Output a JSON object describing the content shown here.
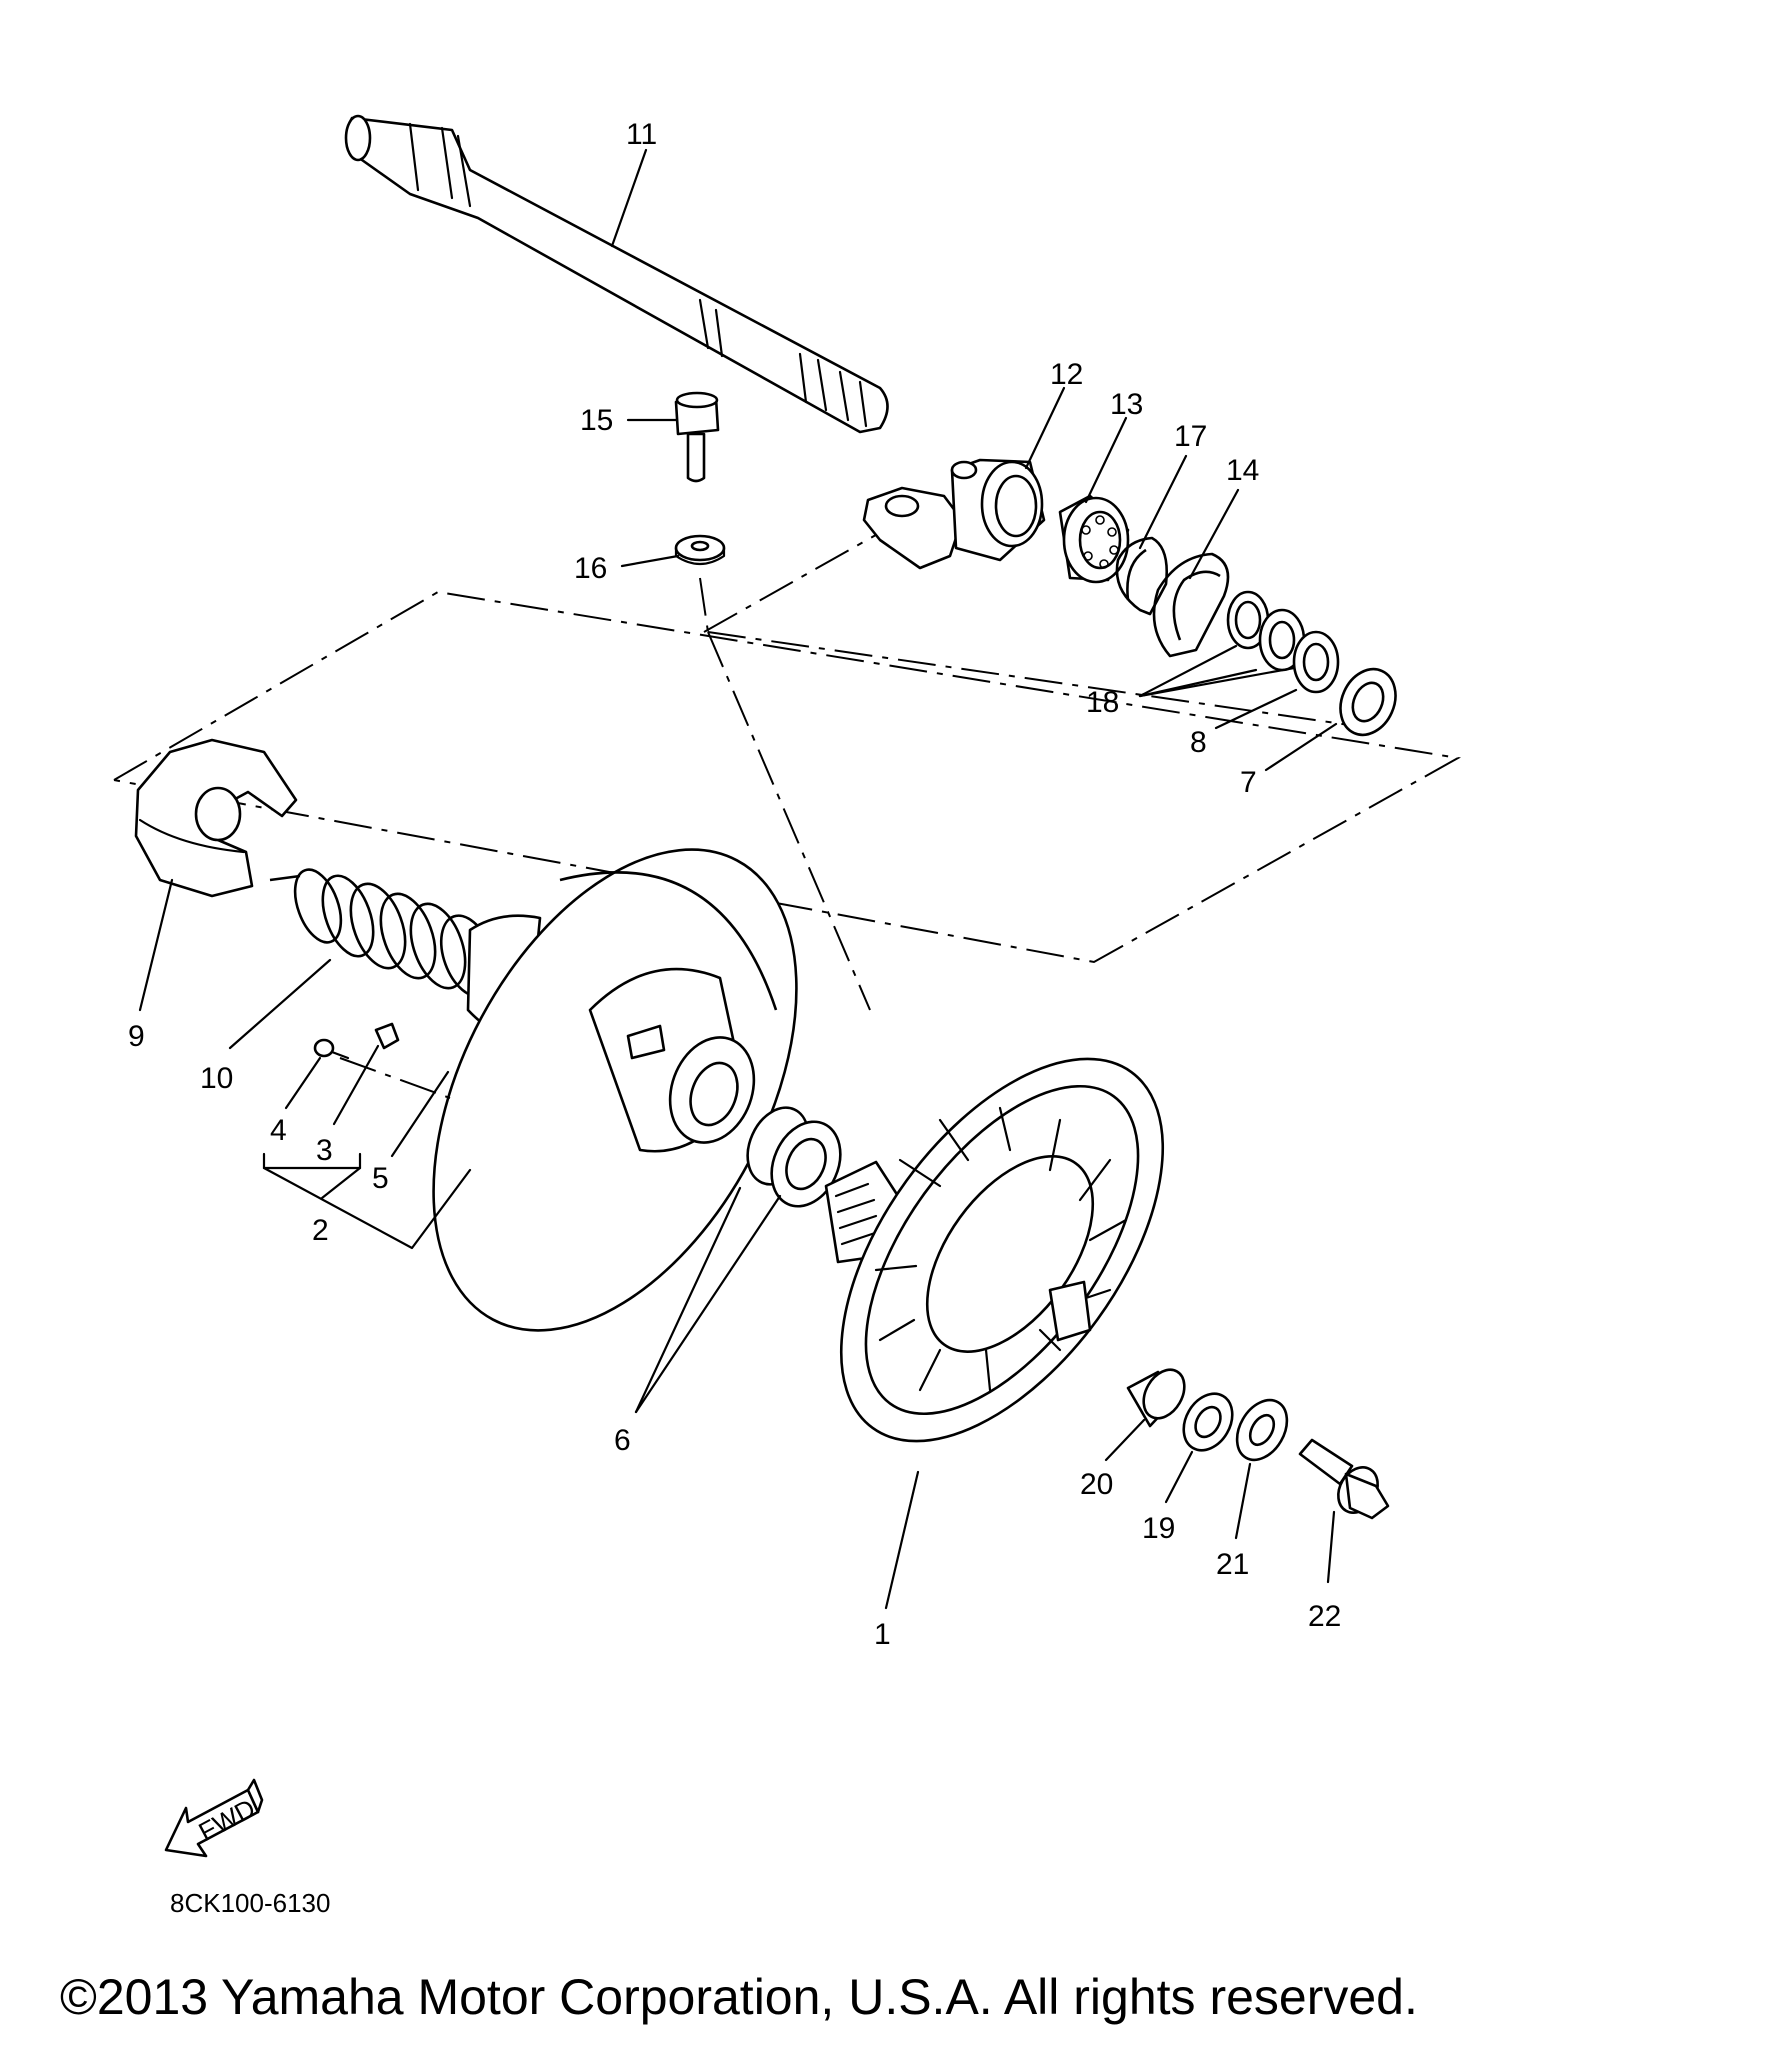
{
  "diagram": {
    "part_numbers": [
      "1",
      "2",
      "3",
      "4",
      "5",
      "6",
      "7",
      "8",
      "9",
      "10",
      "11",
      "12",
      "13",
      "14",
      "15",
      "16",
      "17",
      "18",
      "19",
      "20",
      "21",
      "22"
    ],
    "fwd_label": "FWD",
    "drawing_code": "8CK100-6130",
    "copyright": "©2013 Yamaha Motor Corporation, U.S.A. All rights reserved."
  }
}
